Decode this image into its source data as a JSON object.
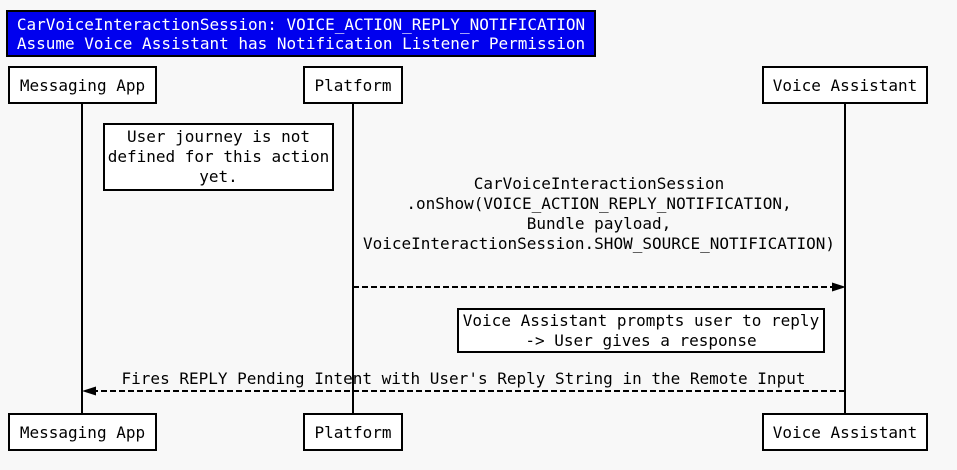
{
  "colors": {
    "background": "#F8F8F8",
    "title_bg": "#0000EE",
    "title_text": "#FFFFFF",
    "box_bg": "#FFFFFF",
    "line": "#000000",
    "text": "#000000"
  },
  "diagram": {
    "type": "sequence",
    "title": "CarVoiceInteractionSession: VOICE_ACTION_REPLY_NOTIFICATION\nAssume Voice Assistant has Notification Listener Permission",
    "actors": {
      "messaging_app": "Messaging App",
      "platform": "Platform",
      "voice_assistant": "Voice Assistant"
    },
    "notes": {
      "user_journey": "User journey is not\ndefined for this action\nyet.",
      "va_prompt": "Voice Assistant prompts user to reply\n-> User gives a response"
    },
    "messages": {
      "onshow": "CarVoiceInteractionSession\n.onShow(VOICE_ACTION_REPLY_NOTIFICATION,\nBundle payload,\nVoiceInteractionSession.SHOW_SOURCE_NOTIFICATION)",
      "fires_reply": "Fires REPLY Pending Intent with User's Reply String in the Remote Input"
    }
  }
}
